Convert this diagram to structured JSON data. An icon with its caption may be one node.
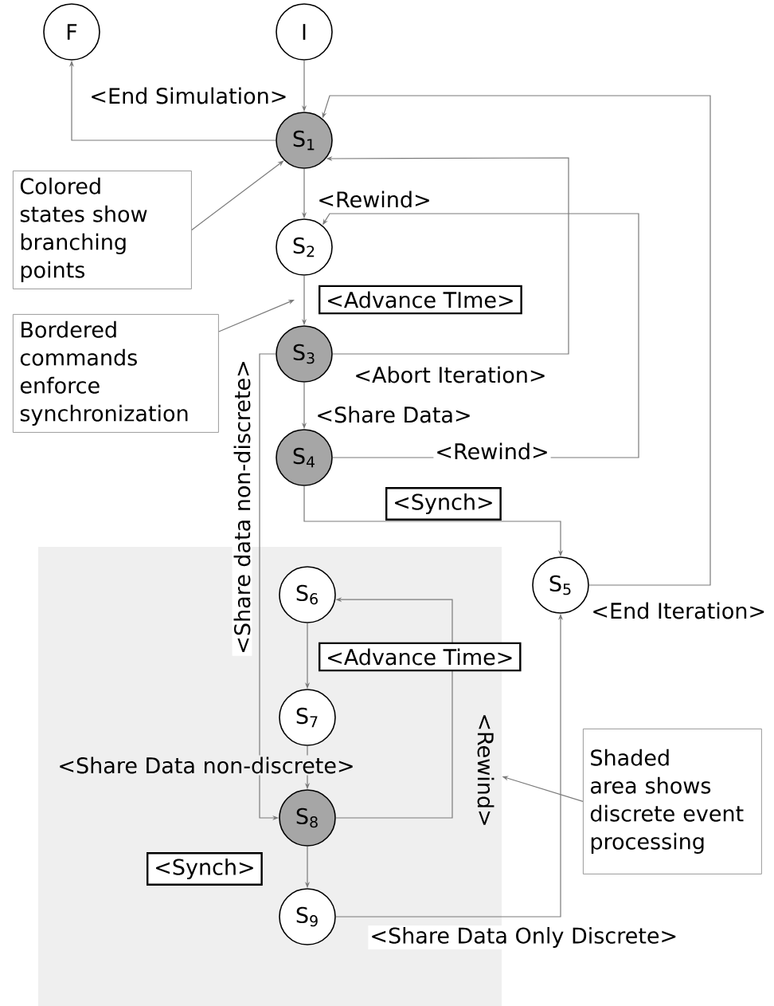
{
  "diagram": {
    "nodes": [
      {
        "text": [
          "F"
        ]
      },
      {
        "text": [
          "I"
        ]
      },
      {
        "text": [
          "S$_{1}$"
        ]
      },
      {
        "text": [
          "Colored states show branching points"
        ]
      },
      {
        "text": [
          "S$_{2}$"
        ]
      },
      {
        "text": [
          "Bordered commands enforce synchronization"
        ]
      },
      {
        "text": [
          "S$_{3}$"
        ]
      },
      {
        "text": [
          "S$_{4}$"
        ]
      },
      {
        "text": [
          "S$_{5}$"
        ]
      },
      {
        "text": [],
        "shape": "box"
      },
      {
        "text": [
          "S$_{6}$"
        ],
        "in": 9
      },
      {
        "text": [
          "S$_{7}$"
        ],
        "in": 9
      },
      {
        "text": [
          "S$_{8}$"
        ],
        "in": 9
      },
      {
        "text": [
          "S$_{9}$"
        ],
        "in": 9
      },
      {
        "text": [
          "Shaded area shows discrete event processing"
        ]
      }
    ],
    "edges": [
      {
        "from": 1,
        "to": 2,
        "arrow": "to"
      },
      {
        "from": 2,
        "to": 0,
        "arrow": "to",
        "label": "<End Simulation>"
      },
      {
        "from": 2,
        "to": 4,
        "arrow": "to",
        "label": "<Rewind>"
      },
      {
        "from": 4,
        "to": 6,
        "arrow": "to",
        "label": "<Advance TIme>"
      },
      {
        "from": 6,
        "to": 2,
        "arrow": "to",
        "label": "<Abort Iteration>"
      },
      {
        "from": 6,
        "to": 7,
        "arrow": "to",
        "label": "<Share Data>"
      },
      {
        "from": 7,
        "to": 4,
        "arrow": "to",
        "label": "<Rewind>"
      },
      {
        "from": 7,
        "to": 8,
        "arrow": "to",
        "label": "<Synch>"
      },
      {
        "from": 8,
        "to": 2,
        "arrow": "to",
        "label": "<End Iteration>"
      },
      {
        "from": 6,
        "to": 12,
        "arrow": "to",
        "label": "<Share data non-discrete>"
      },
      {
        "from": 10,
        "to": 11,
        "arrow": "to",
        "label": "<Advance Time>"
      },
      {
        "from": 11,
        "to": 12,
        "arrow": "to",
        "label": "<Share Data non-discrete>"
      },
      {
        "from": 12,
        "to": 10,
        "arrow": "to",
        "label": "<Rewind>"
      },
      {
        "from": 12,
        "to": 13,
        "arrow": "to",
        "label": "<Synch>"
      },
      {
        "from": 13,
        "to": 8,
        "arrow": "to",
        "label": "<Share Data Only Discrete>"
      },
      {
        "from": 3,
        "to": 2,
        "arrow": "to"
      },
      {
        "from": 5,
        "to": null,
        "arrow": "to"
      },
      {
        "from": 14,
        "to": 9,
        "arrow": "to"
      }
    ]
  }
}
